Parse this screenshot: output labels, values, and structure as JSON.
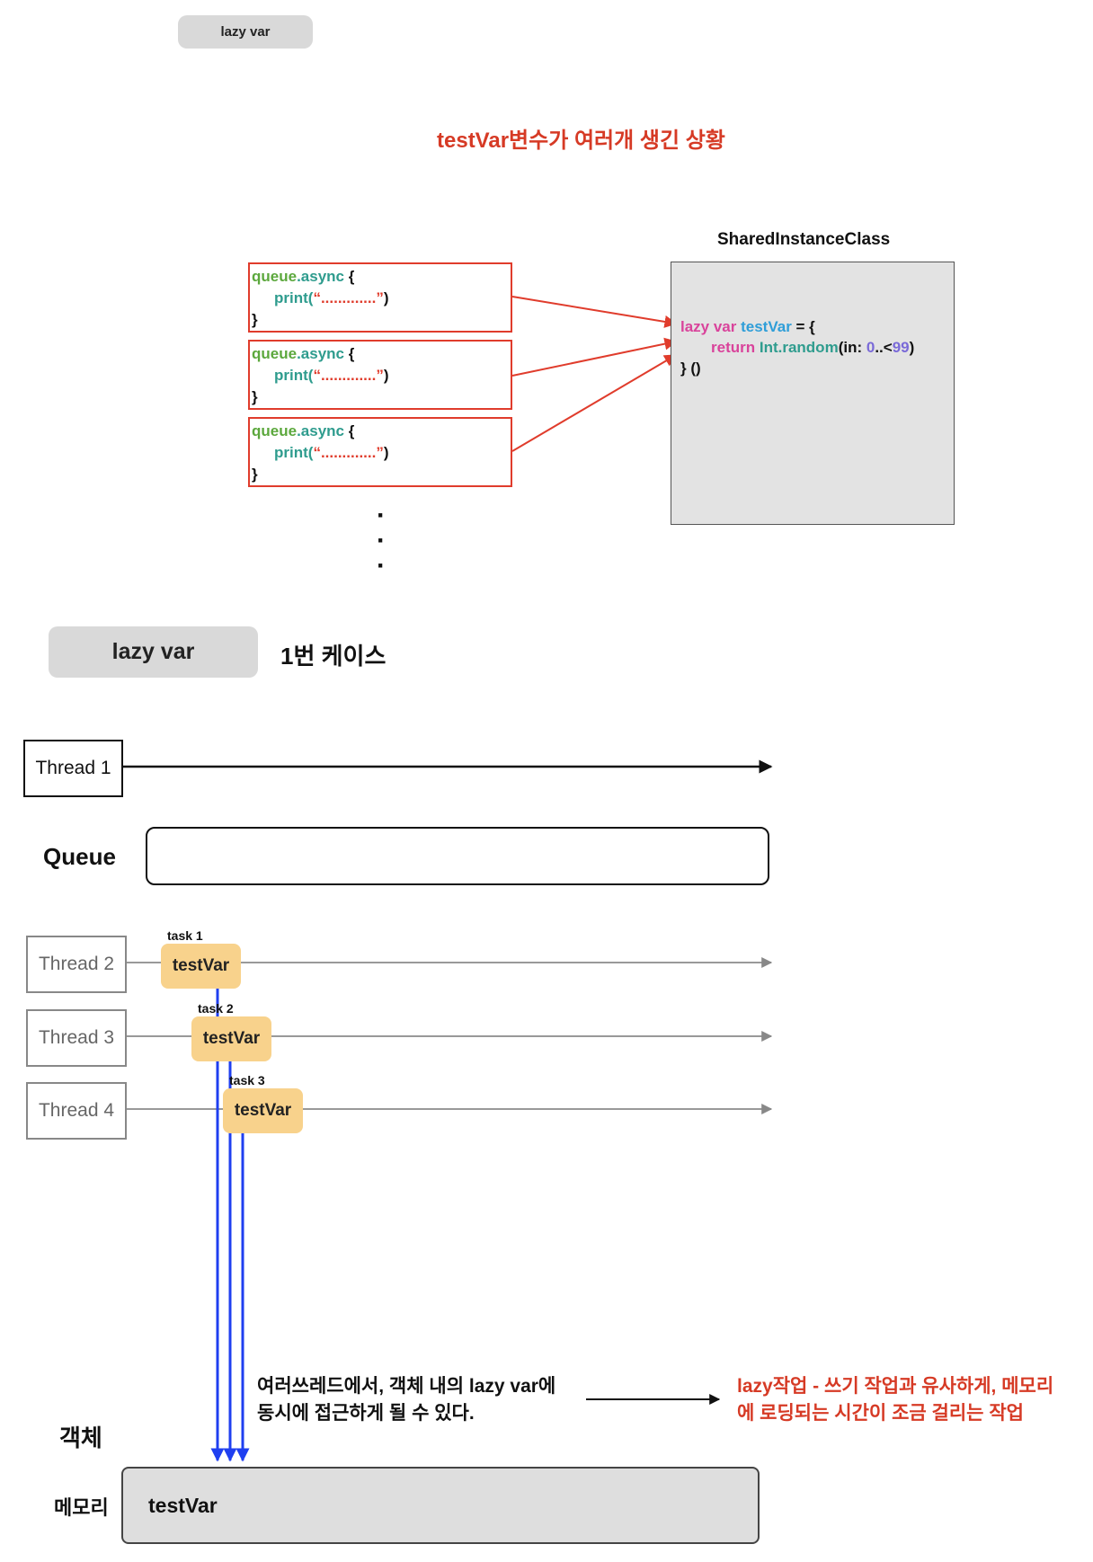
{
  "top_pill": "lazy var",
  "scenario_title": "testVar변수가 여러개 생긴 상황",
  "shared_class_title": "SharedInstanceClass",
  "code_blocks": [
    {
      "line1_a": "queue",
      "line1_b": ".async",
      "line1_c": " {",
      "line2_a": "print(",
      "line2_b": "“.............”",
      "line2_c": ")",
      "line3": "}"
    },
    {
      "line1_a": "queue",
      "line1_b": ".async",
      "line1_c": " {",
      "line2_a": "print(",
      "line2_b": "“.............”",
      "line2_c": ")",
      "line3": "}"
    },
    {
      "line1_a": "queue",
      "line1_b": ".async",
      "line1_c": " {",
      "line2_a": "print(",
      "line2_b": "“.............”",
      "line2_c": ")",
      "line3": "}"
    }
  ],
  "shared_code": {
    "kw1": "lazy var ",
    "name": "testVar",
    "eq": " = {",
    "ret": "return ",
    "type": "Int",
    "method": ".random",
    "args_a": "(in: ",
    "num0": "0",
    "range": "..<",
    "num99": "99",
    "args_b": ")",
    "close": "} ()"
  },
  "ellipsis": [
    "·",
    "·",
    "·"
  ],
  "case_pill": "lazy var",
  "case_title": "1번 케이스",
  "thread1_label": "Thread 1",
  "queue_label": "Queue",
  "threads": [
    {
      "label": "Thread 2",
      "task_label": "task 1",
      "task_var": "testVar"
    },
    {
      "label": "Thread 3",
      "task_label": "task 2",
      "task_var": "testVar"
    },
    {
      "label": "Thread 4",
      "task_label": "task 3",
      "task_var": "testVar"
    }
  ],
  "annotation_left_line1": "여러쓰레드에서, 객체 내의 lazy var에",
  "annotation_left_line2": "동시에 접근하게 될 수 있다.",
  "annotation_right_line1": "lazy작업 - 쓰기 작업과 유사하게, 메모리",
  "annotation_right_line2": "에 로딩되는 시간이 조금 걸리는 작업",
  "object_label": "객체",
  "memory_label": "메모리",
  "memory_var": "testVar",
  "colors": {
    "accent_red": "#e03c2c",
    "task_fill": "#f8d28c",
    "arrow_blue": "#1f3ff0",
    "pill_gray": "#d9d9d9"
  }
}
